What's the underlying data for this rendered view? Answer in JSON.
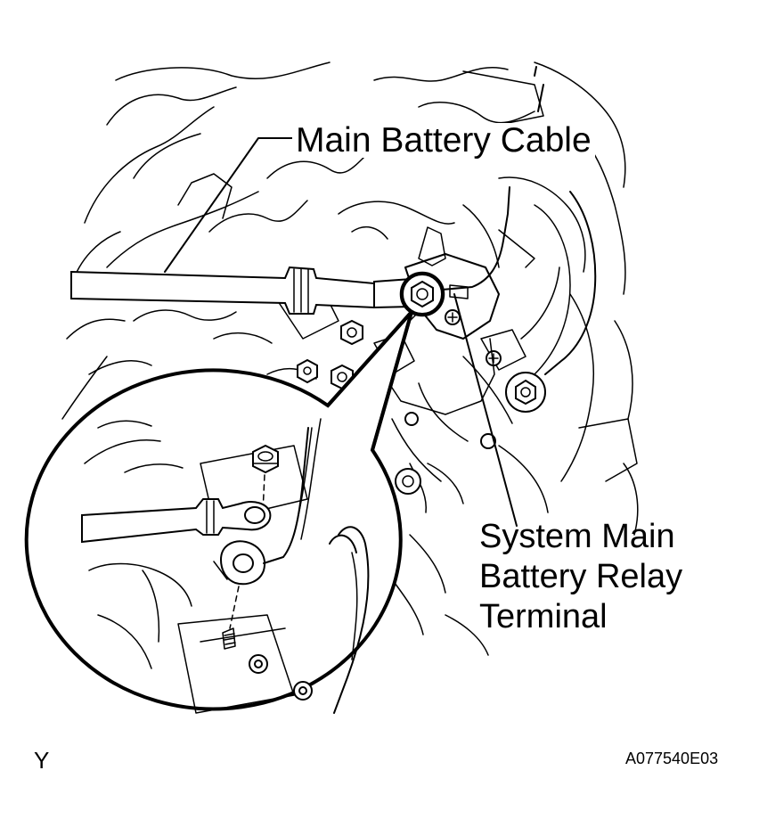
{
  "labels": {
    "main_battery_cable": "Main Battery Cable",
    "relay_terminal_line1": "System Main",
    "relay_terminal_line2": "Battery Relay",
    "relay_terminal_line3": "Terminal",
    "corner_letter": "Y",
    "figure_code": "A077540E03"
  },
  "colors": {
    "ink": "#000000",
    "paper": "#ffffff"
  }
}
